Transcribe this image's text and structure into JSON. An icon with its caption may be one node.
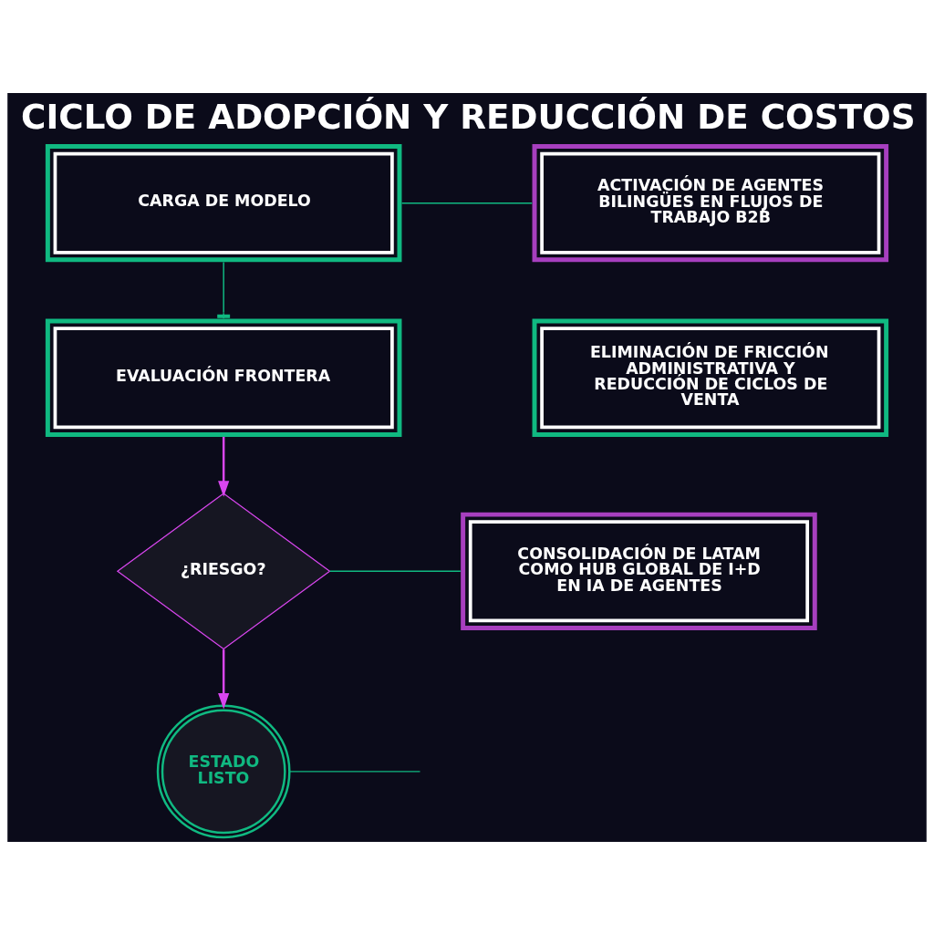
{
  "diagram": {
    "title": "CICLO DE ADOPCIÓN Y REDUCCIÓN DE COSTOS",
    "nodes": [
      {
        "text": [
          "CARGA DE MODELO"
        ]
      },
      {
        "text": [
          "ACTIVACIÓN DE AGENTES BILINGÜES EN FLUJOS DE TRABAJO B2B"
        ]
      },
      {
        "text": [
          "EVALUACIÓN FRONTERA"
        ]
      },
      {
        "text": [
          "ELIMINACIÓN DE FRICCIÓN ADMINISTRATIVA Y REDUCCIÓN DE CICLOS DE VENTA"
        ]
      },
      {
        "text": [
          "¿RIESGO?"
        ]
      },
      {
        "text": [
          "CONSOLIDACIÓN DE LATAM COMO HUB GLOBAL DE I+D EN IA DE AGENTES"
        ]
      },
      {
        "text": [
          "ESTADO LISTO"
        ]
      }
    ],
    "edges": [
      {
        "from": 0,
        "to": 2,
        "arrow": "other"
      },
      {
        "from": 0,
        "to": 1,
        "arrow": "none"
      },
      {
        "from": 2,
        "to": 4,
        "arrow": "to",
        "color": "#d946ef"
      },
      {
        "from": 4,
        "to": 6,
        "arrow": "to",
        "color": "#d946ef"
      },
      {
        "from": 4,
        "to": 5,
        "arrow": "none"
      },
      {
        "from": 6,
        "to": null,
        "arrow": "none"
      }
    ]
  }
}
